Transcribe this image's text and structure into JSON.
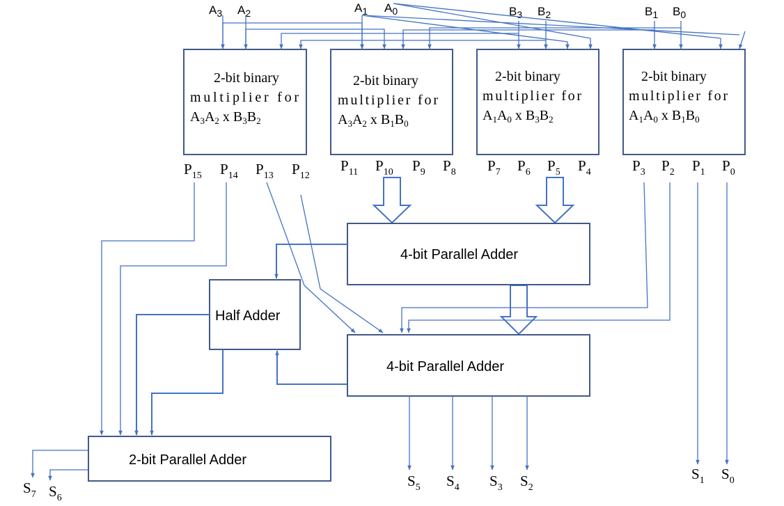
{
  "inputs": {
    "A3": {
      "b": "A",
      "s": "3"
    },
    "A2": {
      "b": "A",
      "s": "2"
    },
    "A1": {
      "b": "A",
      "s": "1"
    },
    "A0": {
      "b": "A",
      "s": "0"
    },
    "B3": {
      "b": "B",
      "s": "3"
    },
    "B2": {
      "b": "B",
      "s": "2"
    },
    "B1": {
      "b": "B",
      "s": "1"
    },
    "B0": {
      "b": "B",
      "s": "0"
    }
  },
  "multipliers": [
    {
      "line1": "2-bit binary",
      "line2": "multiplier for",
      "a_hi": "3",
      "a_lo": "2",
      "b_hi": "3",
      "b_lo": "2"
    },
    {
      "line1": "2-bit binary",
      "line2": "multiplier for",
      "a_hi": "3",
      "a_lo": "2",
      "b_hi": "1",
      "b_lo": "0"
    },
    {
      "line1": "2-bit binary",
      "line2": "multiplier for",
      "a_hi": "1",
      "a_lo": "0",
      "b_hi": "3",
      "b_lo": "2"
    },
    {
      "line1": "2-bit binary",
      "line2": "multiplier for",
      "a_hi": "1",
      "a_lo": "0",
      "b_hi": "1",
      "b_lo": "0"
    }
  ],
  "mul_letters": {
    "a": "A",
    "b": "B",
    "times": "x"
  },
  "products": [
    "15",
    "14",
    "13",
    "12",
    "11",
    "10",
    "9",
    "8",
    "7",
    "6",
    "5",
    "4",
    "3",
    "2",
    "1",
    "0"
  ],
  "product_letter": "P",
  "adders": {
    "adder4_top": "4-bit Parallel Adder",
    "adder4_bottom": "4-bit Parallel Adder",
    "half": "Half Adder",
    "adder2": "2-bit Parallel Adder"
  },
  "sum_letter": "S",
  "sums": [
    "7",
    "6",
    "5",
    "4",
    "3",
    "2",
    "1",
    "0"
  ]
}
